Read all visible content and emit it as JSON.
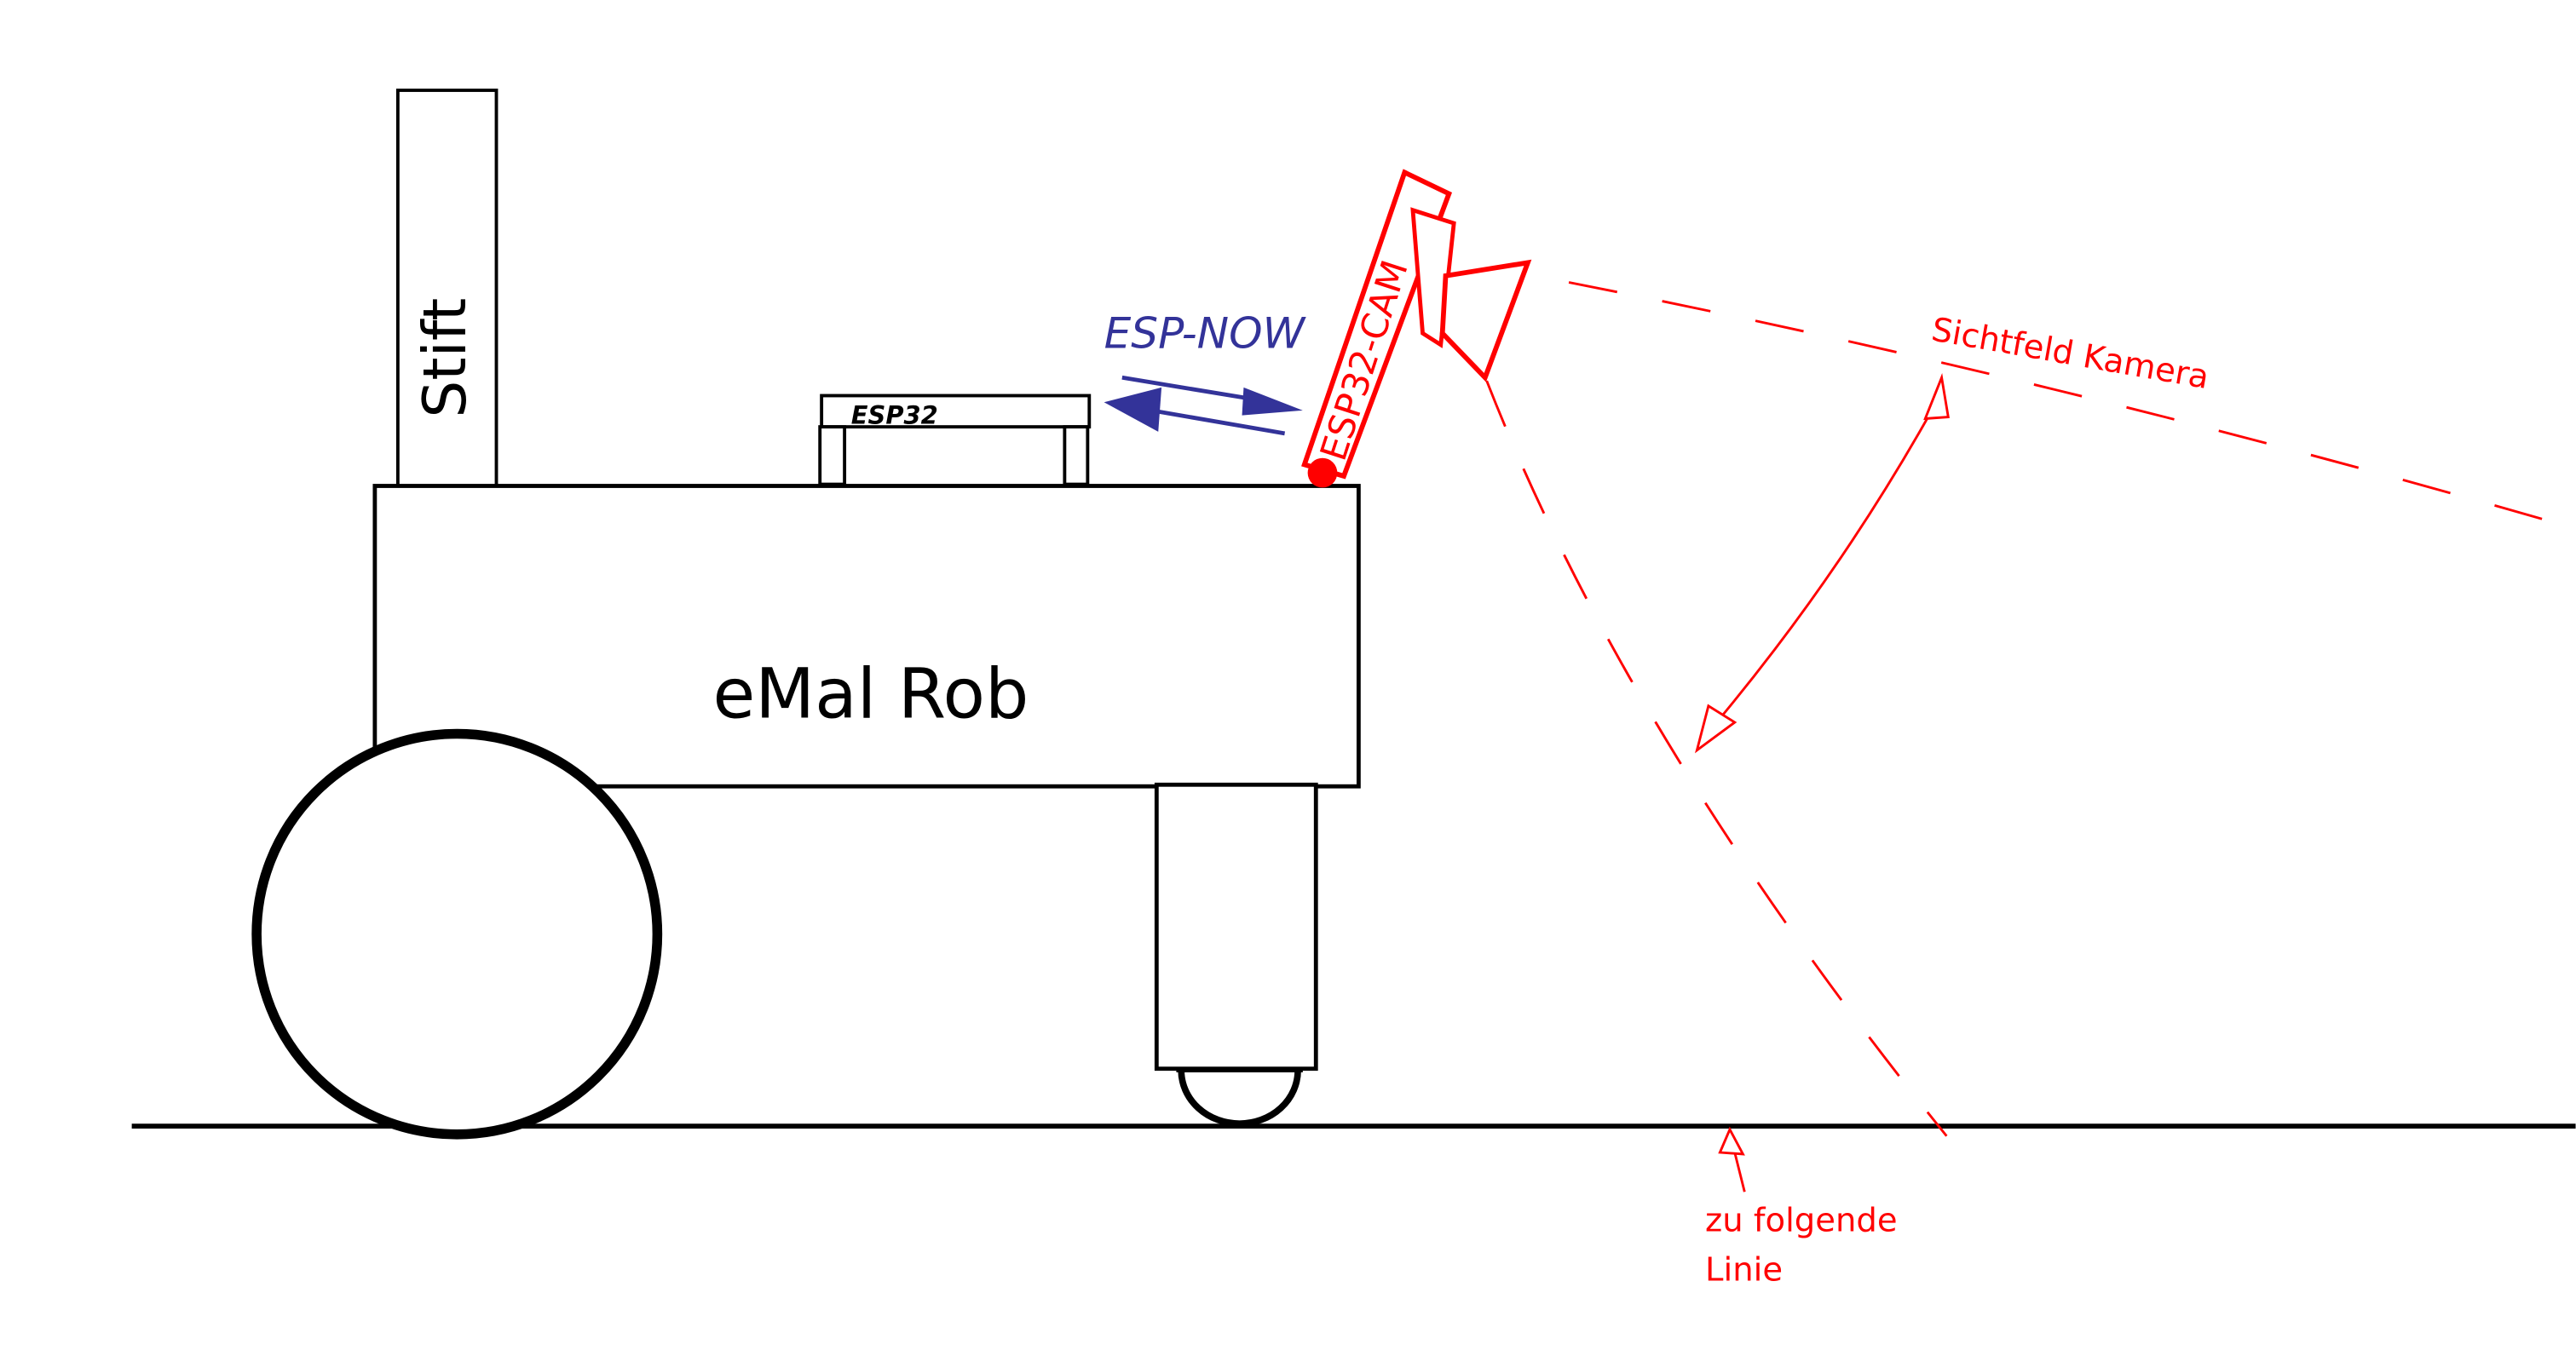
{
  "labels": {
    "pen": "Stift",
    "robot": "eMal Rob",
    "board": "ESP32",
    "protocol": "ESP-NOW",
    "camera": "ESP32-CAM",
    "field_of_view": "Sichtfeld Kamera",
    "line_label_1": "zu folgende",
    "line_label_2": "Linie"
  },
  "colors": {
    "outline": "#000000",
    "protocol": "#333399",
    "annotation": "#ff0000"
  }
}
